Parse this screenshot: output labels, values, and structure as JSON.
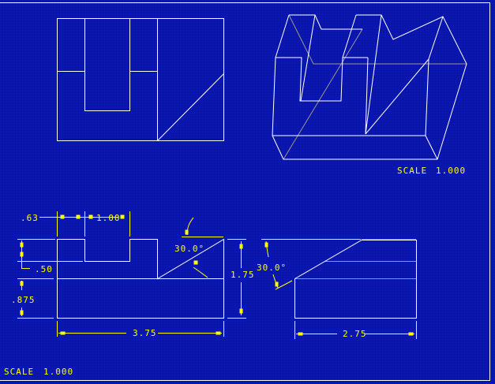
{
  "colors": {
    "background": "#0a14a8",
    "geometry": "#ffffff",
    "dimension": "#ffff00",
    "hidden": "#9a9a8a"
  },
  "iso_view": {
    "scale_label": "SCALE",
    "scale_value": "1.000"
  },
  "front_view": {
    "dims": {
      "d063": ".63",
      "d100": "1.00",
      "d050": ".50",
      "d0875": ".875",
      "d175": "1.75",
      "d375": "3.75",
      "angle": "30.0°"
    }
  },
  "side_view": {
    "dims": {
      "d275": "2.75",
      "angle": "30.0°"
    }
  },
  "sheet": {
    "scale_label": "SCALE",
    "scale_value": "1.000"
  }
}
